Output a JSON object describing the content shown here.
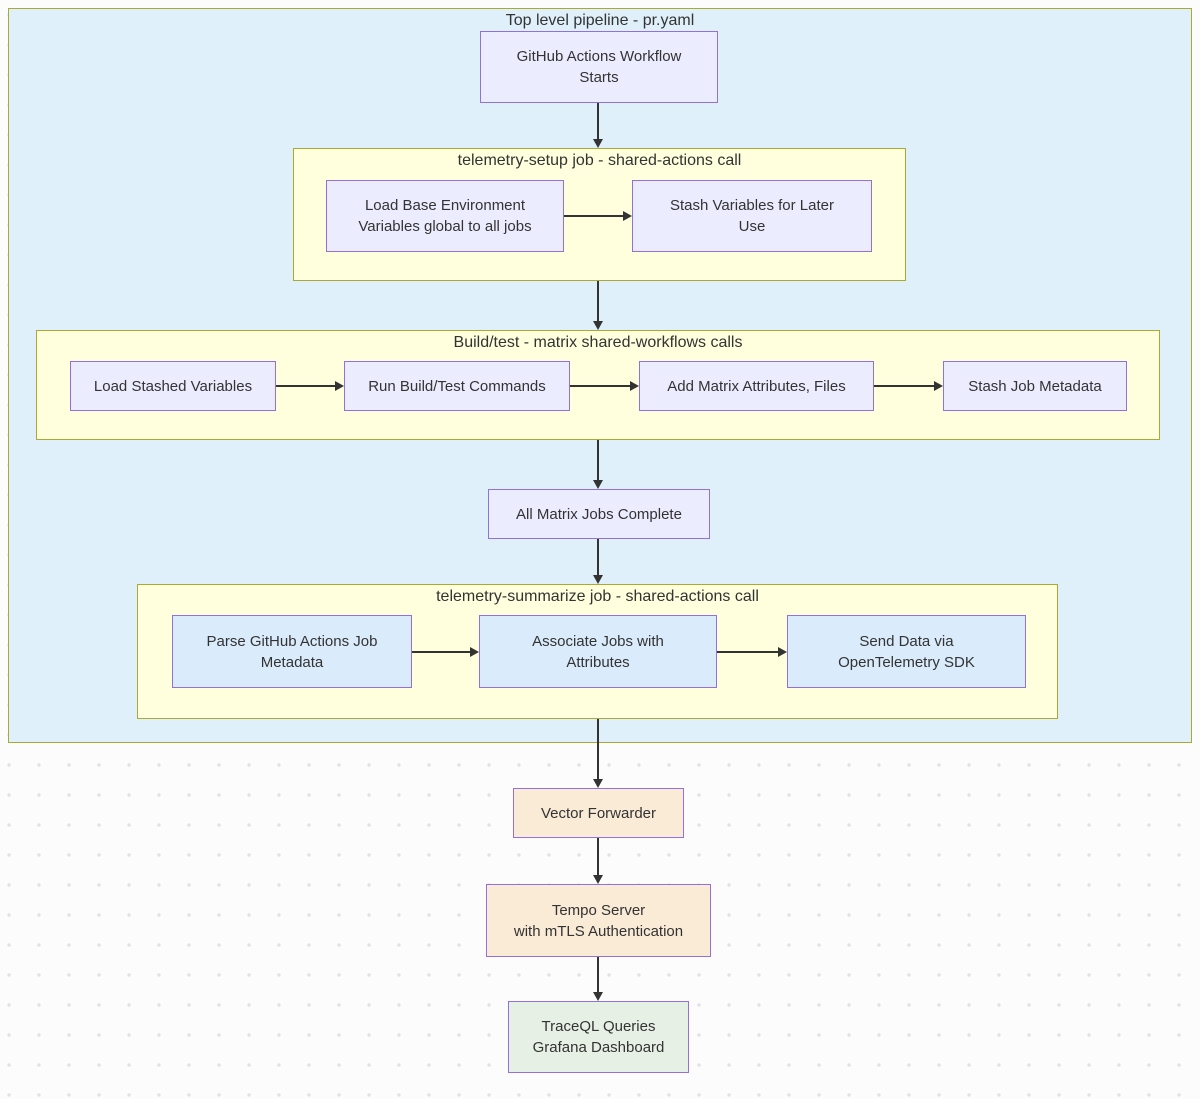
{
  "colors": {
    "page-bg": "#FCFCFC",
    "dot": "#E1E1E1",
    "pipeline-blue": "#DFF0FA",
    "cluster-yellow": "#FFFFDE",
    "cluster-border": "#AAAA33",
    "node-purple": "#ECECFF",
    "node-border": "#9370DB",
    "node-blue": "#DAEBFC",
    "node-cream": "#FAEBD7",
    "node-green": "#E6F0E4",
    "arrow": "#333333",
    "text": "#333333"
  },
  "pipeline": {
    "title": "Top level pipeline - pr.yaml",
    "start": {
      "line1": "GitHub Actions Workflow",
      "line2": "Starts"
    },
    "setup": {
      "title": "telemetry-setup job - shared-actions call",
      "load_base": {
        "line1": "Load Base Environment",
        "line2": "Variables global to all jobs"
      },
      "stash_vars": {
        "line1": "Stash Variables for Later",
        "line2": "Use"
      }
    },
    "build": {
      "title": "Build/test - matrix shared-workflows calls",
      "load_stashed": "Load Stashed Variables",
      "run_commands": "Run Build/Test Commands",
      "add_matrix": "Add Matrix Attributes, Files",
      "stash_metadata": "Stash Job Metadata"
    },
    "all_matrix": "All Matrix Jobs Complete",
    "summarize": {
      "title": "telemetry-summarize job - shared-actions call",
      "parse": {
        "line1": "Parse GitHub Actions Job",
        "line2": "Metadata"
      },
      "associate": {
        "line1": "Associate Jobs with",
        "line2": "Attributes"
      },
      "send": {
        "line1": "Send Data via",
        "line2": "OpenTelemetry SDK"
      }
    },
    "vector": "Vector Forwarder",
    "tempo": {
      "line1": "Tempo Server",
      "line2": "with mTLS Authentication"
    },
    "traceql": {
      "line1": "TraceQL Queries",
      "line2": "Grafana Dashboard"
    }
  }
}
